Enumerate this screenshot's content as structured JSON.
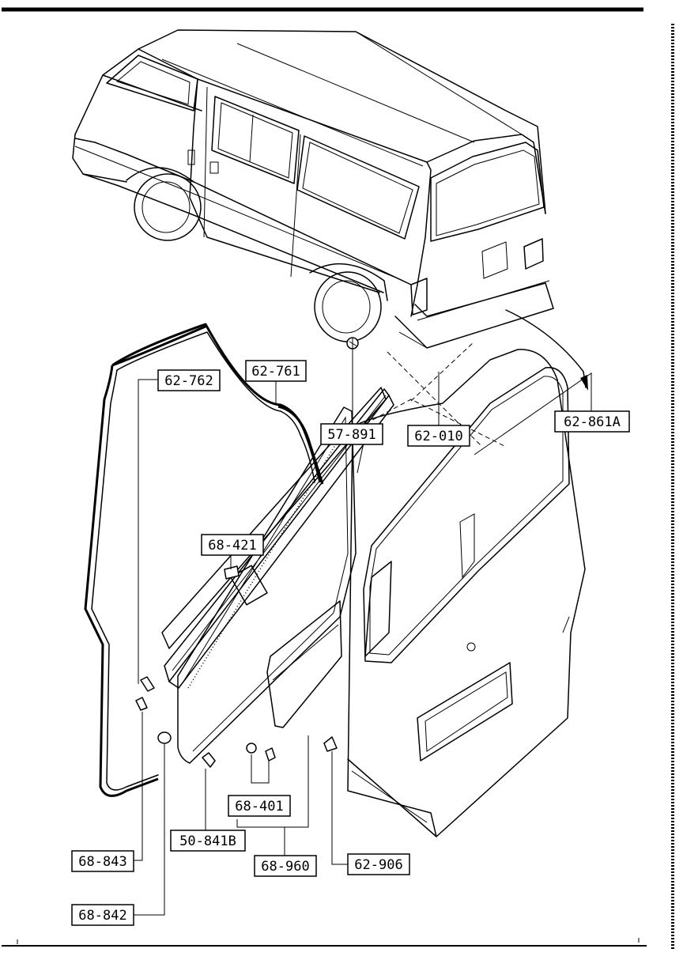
{
  "callouts": [
    {
      "id": "c-62-761",
      "text": "62-761"
    },
    {
      "id": "c-57-891",
      "text": "57-891"
    },
    {
      "id": "c-62-010",
      "text": "62-010"
    },
    {
      "id": "c-62-861A",
      "text": "62-861A"
    },
    {
      "id": "c-62-762",
      "text": "62-762"
    },
    {
      "id": "c-68-421",
      "text": "68-421"
    },
    {
      "id": "c-68-401",
      "text": "68-401"
    },
    {
      "id": "c-50-841B",
      "text": "50-841B"
    },
    {
      "id": "c-68-960",
      "text": "68-960"
    },
    {
      "id": "c-62-906",
      "text": "62-906"
    },
    {
      "id": "c-68-843",
      "text": "68-843"
    },
    {
      "id": "c-68-842",
      "text": "68-842"
    }
  ],
  "colors": {
    "ink": "#000000",
    "paper": "#ffffff"
  }
}
